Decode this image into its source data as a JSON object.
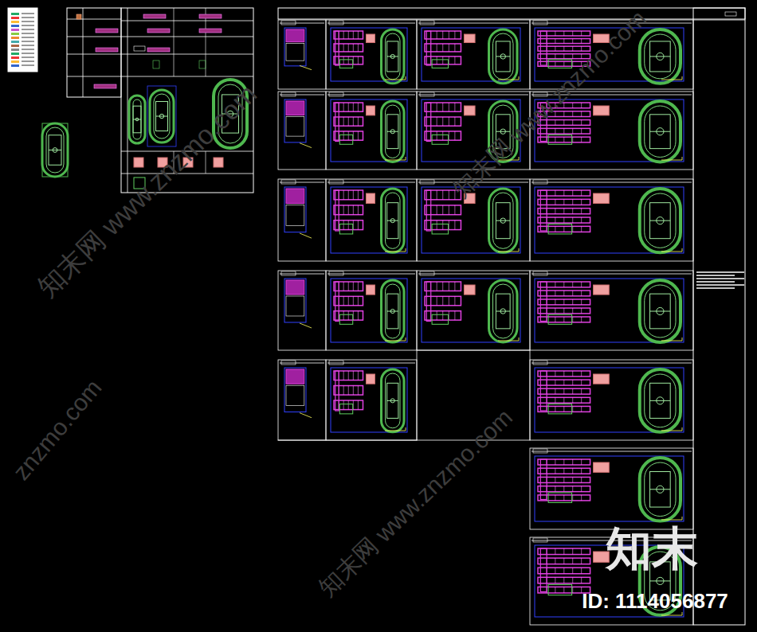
{
  "diagram": {
    "labels": [
      "知末网 www.znzmo.com",
      "知末网 www.znzmo.com",
      "知末网 www.znzmo.com",
      "znzmo.com",
      "知末",
      "ID: 1114056877"
    ]
  }
}
